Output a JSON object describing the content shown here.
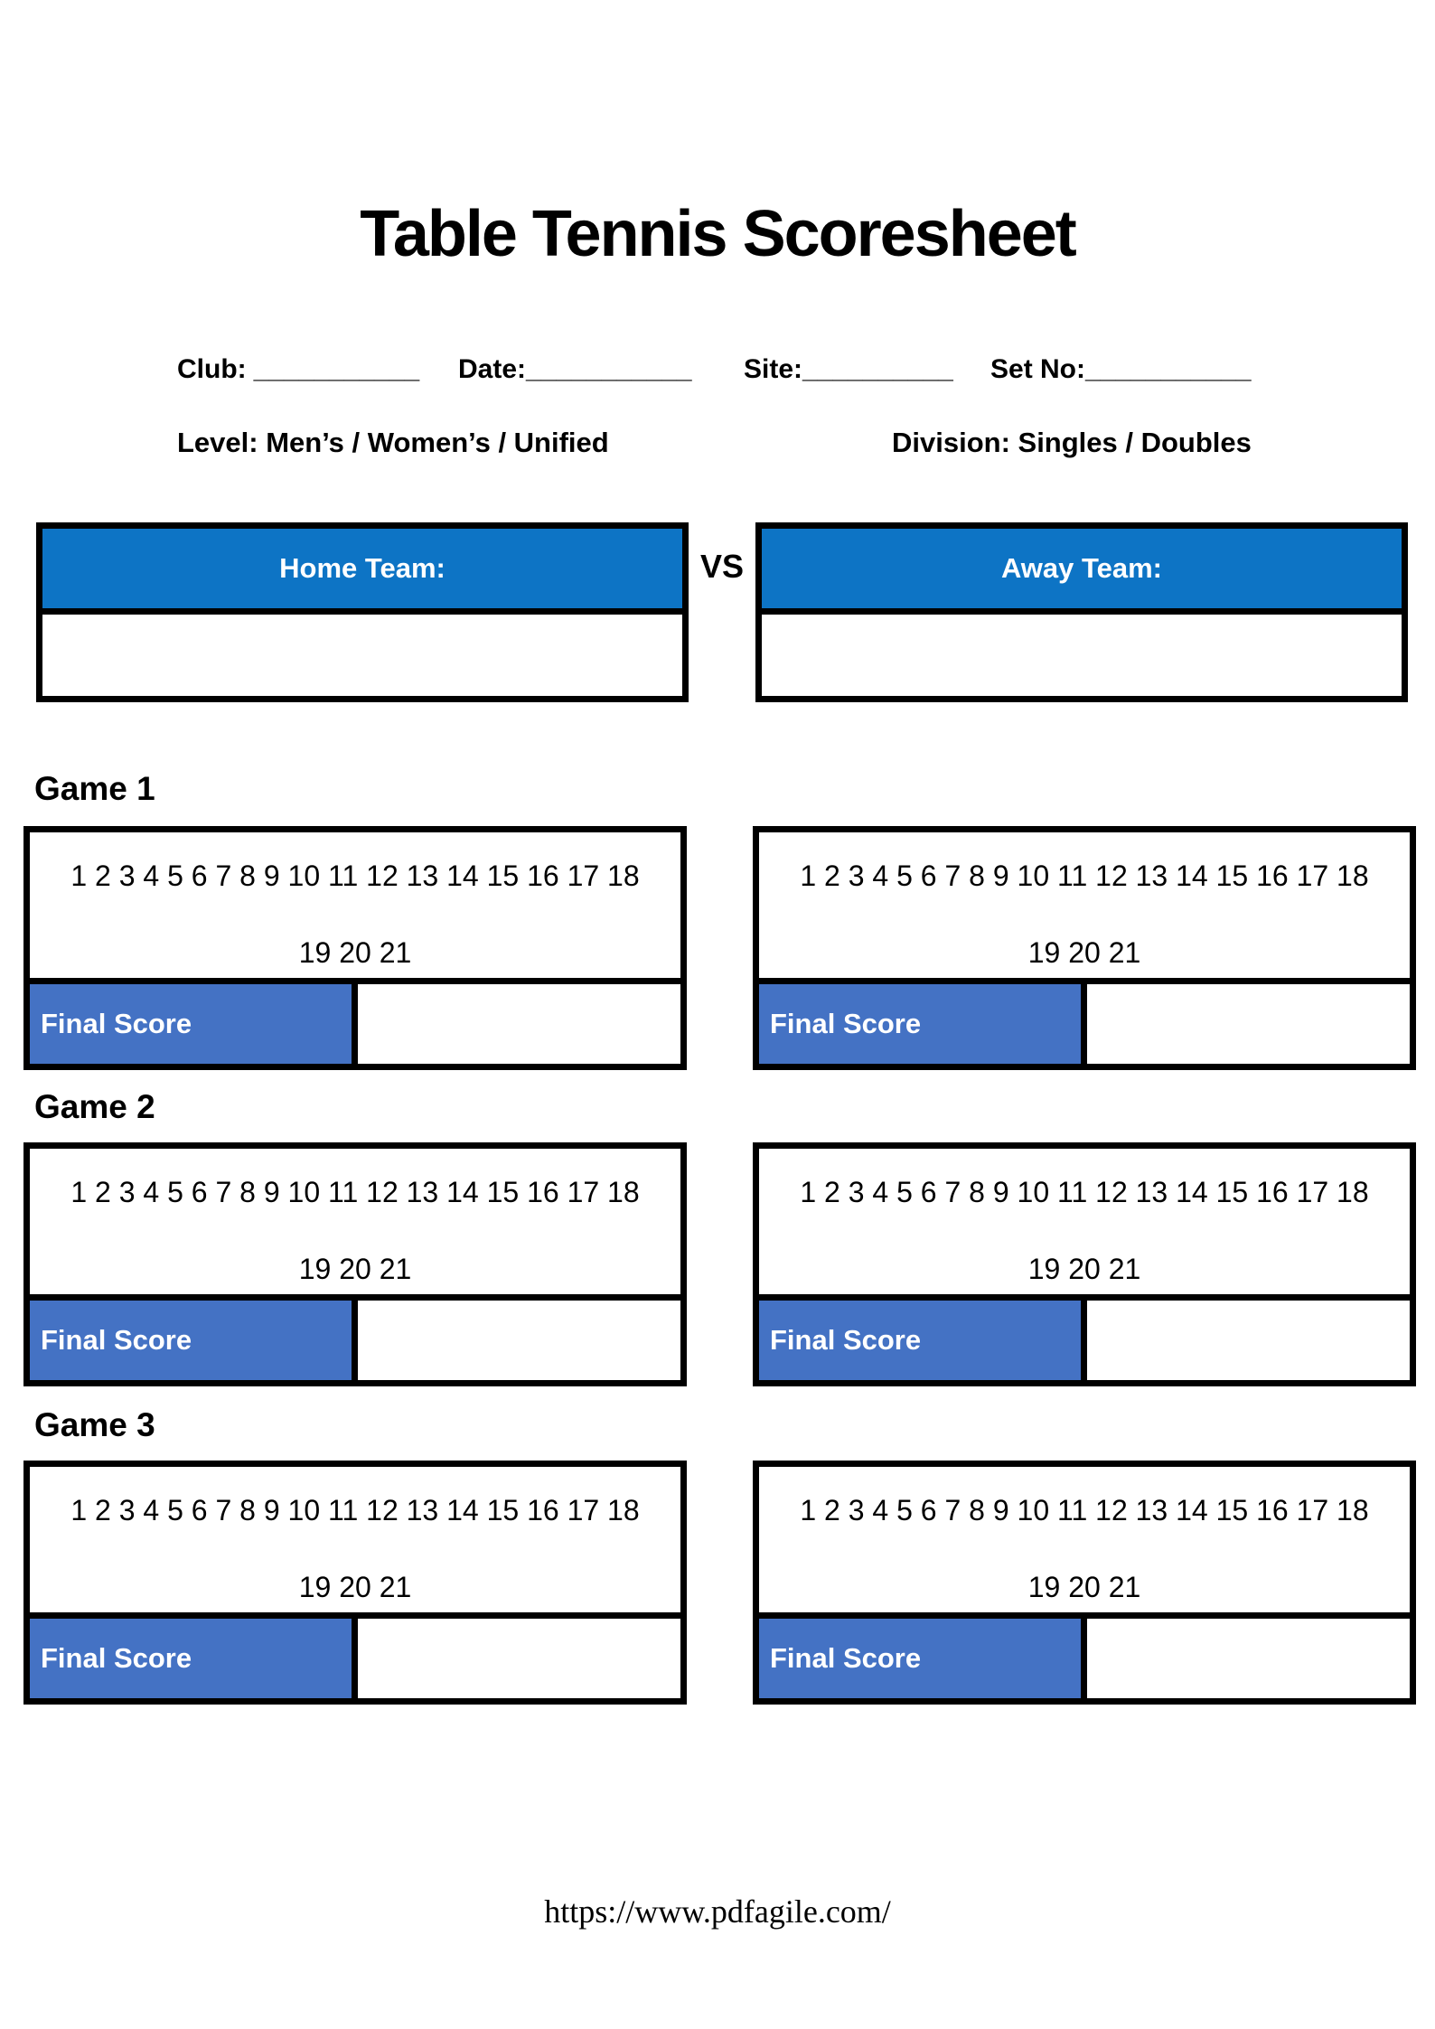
{
  "title": "Table Tennis Scoresheet",
  "meta": {
    "fields": [
      {
        "label": "Club:",
        "blank": "___________"
      },
      {
        "label": "Date:",
        "blank": "___________"
      },
      {
        "label": "Site:",
        "blank": "__________"
      },
      {
        "label": "Set No:",
        "blank": "___________"
      }
    ],
    "level_line": "Level: Men’s / Women’s / Unified",
    "division_line": "Division: Singles / Doubles"
  },
  "teams": {
    "home_label": "Home Team:",
    "vs_label": "VS",
    "away_label": "Away Team:"
  },
  "games": [
    {
      "label": "Game 1",
      "points_row1": "1 2 3 4 5 6 7 8 9 10 11 12 13 14 15 16 17 18",
      "points_row2": "19 20 21",
      "final_score_label": "Final Score"
    },
    {
      "label": "Game 2",
      "points_row1": "1 2 3 4 5 6 7 8 9 10 11 12 13 14 15 16 17 18",
      "points_row2": "19 20 21",
      "final_score_label": "Final Score"
    },
    {
      "label": "Game 3",
      "points_row1": "1 2 3 4 5 6 7 8 9 10 11 12 13 14 15 16 17 18",
      "points_row2": "19 20 21",
      "final_score_label": "Final Score"
    }
  ],
  "footer": {
    "url": "https://www.pdfagile.com/"
  },
  "colors": {
    "header_blue": "#0d74c5",
    "final_score_blue": "#4472c4",
    "border_black": "#000000"
  }
}
